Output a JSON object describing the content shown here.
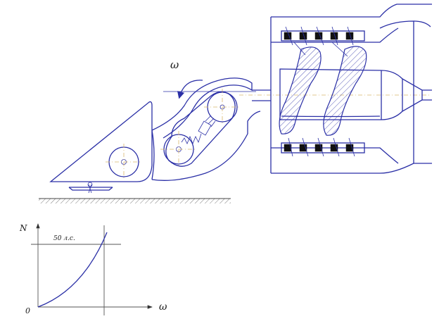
{
  "diagram": {
    "omega_label": "ω"
  },
  "graph": {
    "y_axis_label": "N",
    "x_axis_label": "ω",
    "origin_label": "0",
    "power_label": "50 л.с."
  },
  "colors": {
    "drawing_ink": "#2a2fa6",
    "centerline": "#d9b66b",
    "axis": "#555555"
  }
}
